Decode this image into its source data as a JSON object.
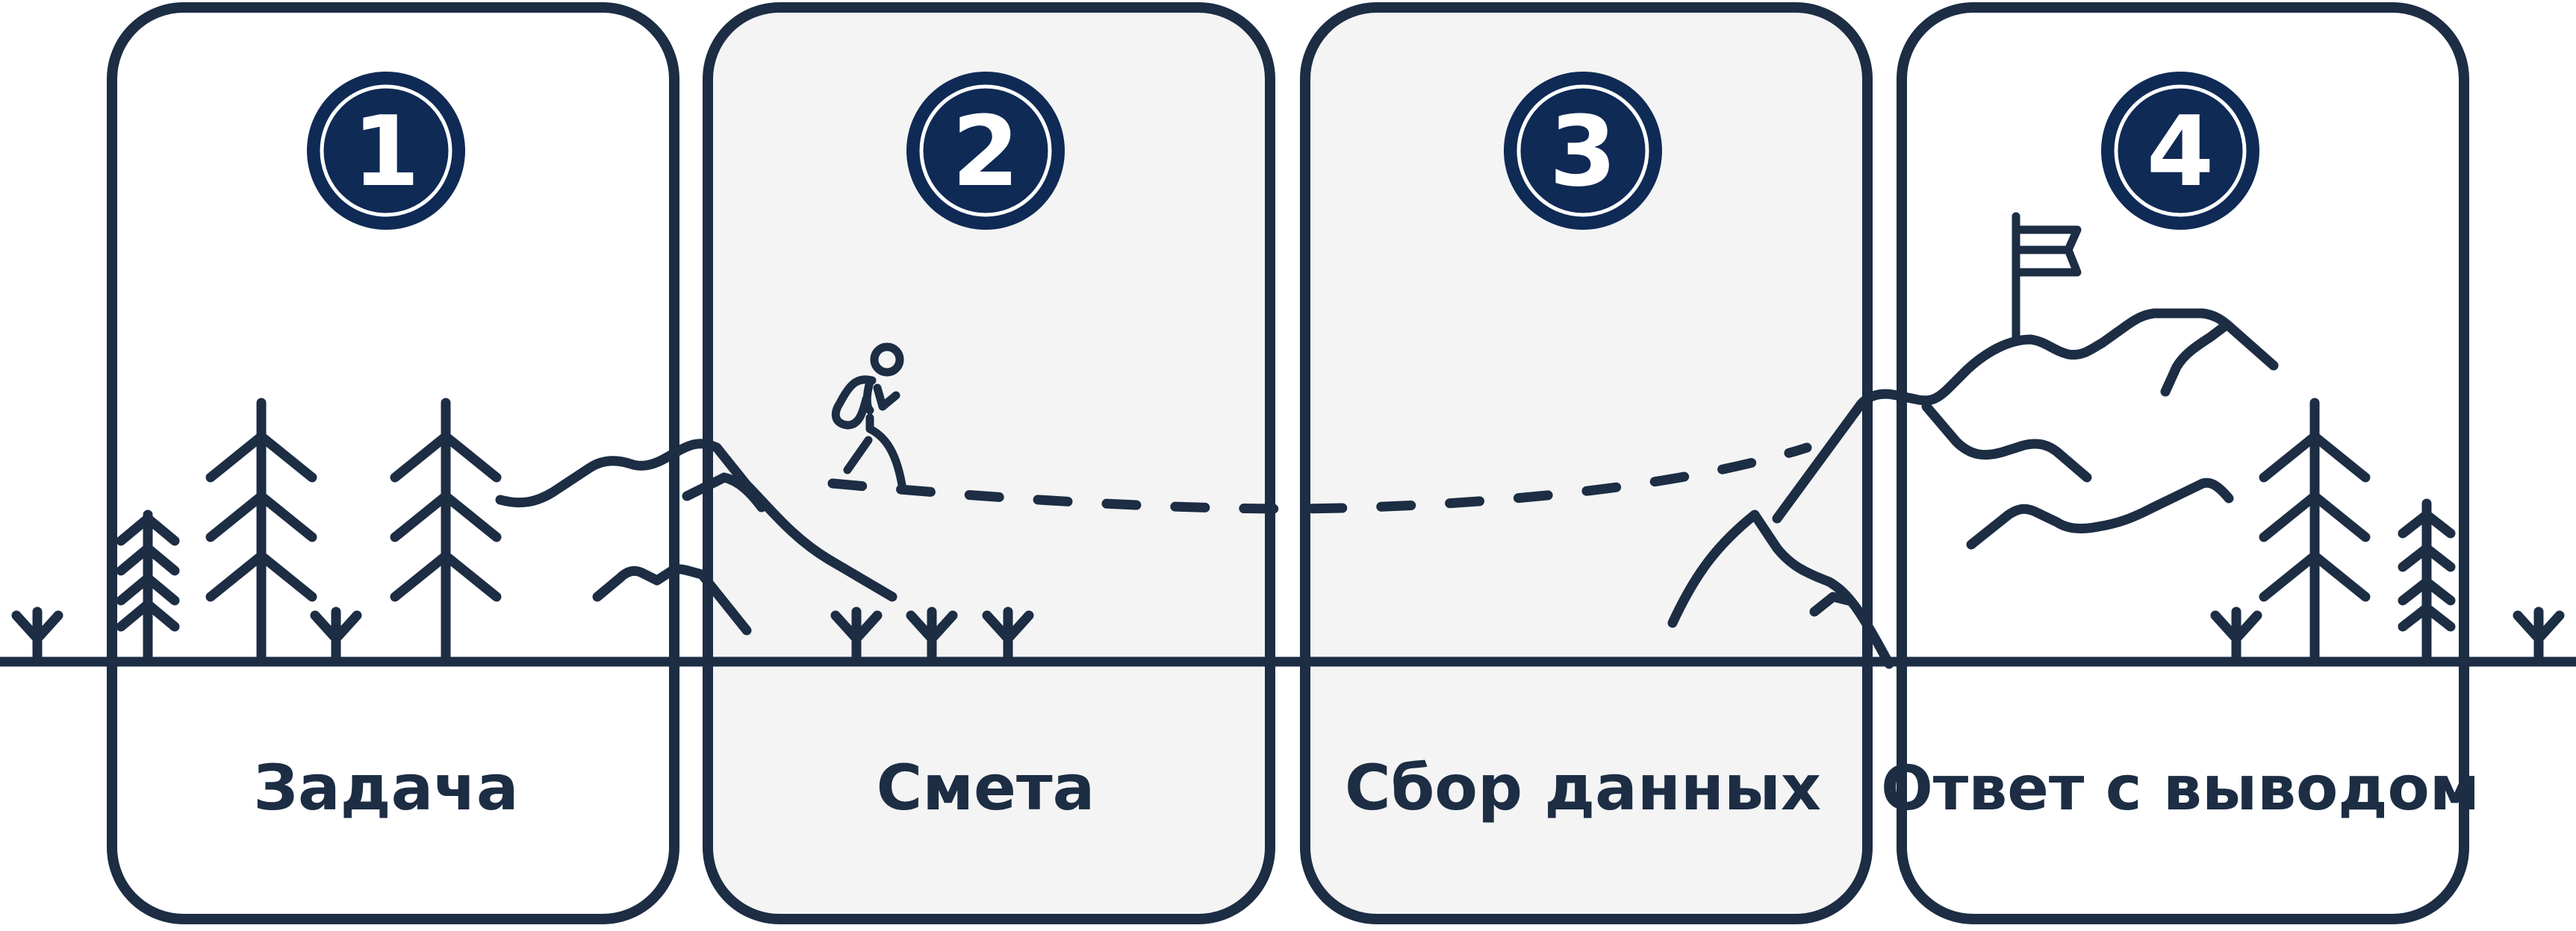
{
  "colors": {
    "ink": "#1c2d44",
    "badge": "#0f2a55",
    "panel_shaded": "#f4f4f4",
    "panel_plain": "#ffffff"
  },
  "steps": [
    {
      "number": "1",
      "label": "Задача"
    },
    {
      "number": "2",
      "label": "Смета"
    },
    {
      "number": "3",
      "label": "Сбор данных"
    },
    {
      "number": "4",
      "label": "Ответ с выводом"
    }
  ],
  "icons": [
    "tree-icon",
    "hiker-icon",
    "flag-icon",
    "grass-icon",
    "mountain-icon"
  ]
}
